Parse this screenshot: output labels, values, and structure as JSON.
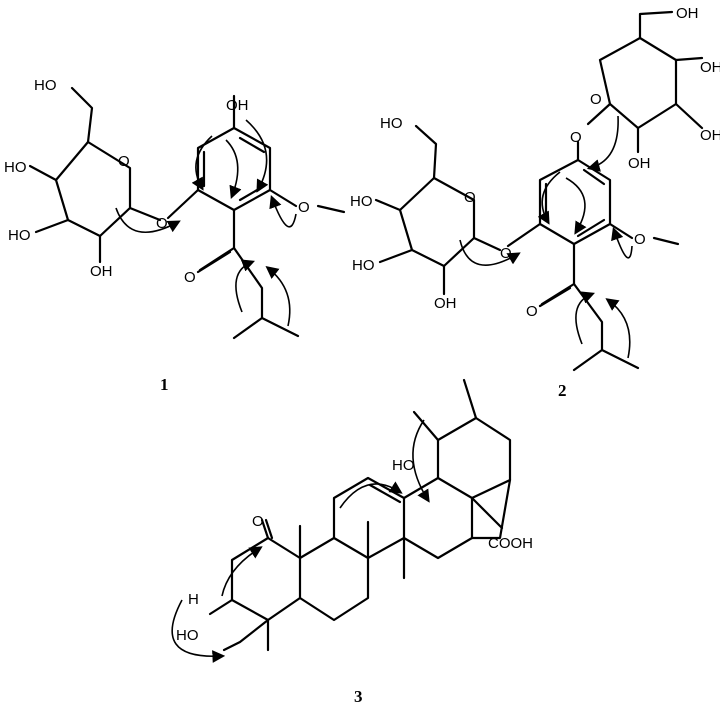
{
  "compounds": [
    {
      "number": "1",
      "atoms": {
        "oh_top": "OH",
        "ho_ch2": "HO",
        "ho_c4": "HO",
        "ho_c3": "HO",
        "oh_c2": "OH",
        "ring_o": "O",
        "glyc_o": "O",
        "ome": "O",
        "carbonyl": "O"
      }
    },
    {
      "number": "2",
      "atoms": {
        "oh_ch2_top": "OH",
        "o_top_ring": "O",
        "oh_top_right": "OH",
        "oh_top_right2": "OH",
        "oh_top_bottom": "OH",
        "o_link": "O",
        "ho_ch2": "HO",
        "ho_c4": "HO",
        "ho_c3": "HO",
        "oh_c2": "OH",
        "ring_o": "O",
        "glyc_o": "O",
        "ome": "O",
        "carbonyl": "O"
      }
    },
    {
      "number": "3",
      "atoms": {
        "ho_c19": "HO",
        "cooh": "COOH",
        "carbonyl": "O",
        "h3": "H",
        "ho_c3": "HO"
      }
    }
  ],
  "colors": {
    "ink": "#000000",
    "background": "#ffffff"
  }
}
